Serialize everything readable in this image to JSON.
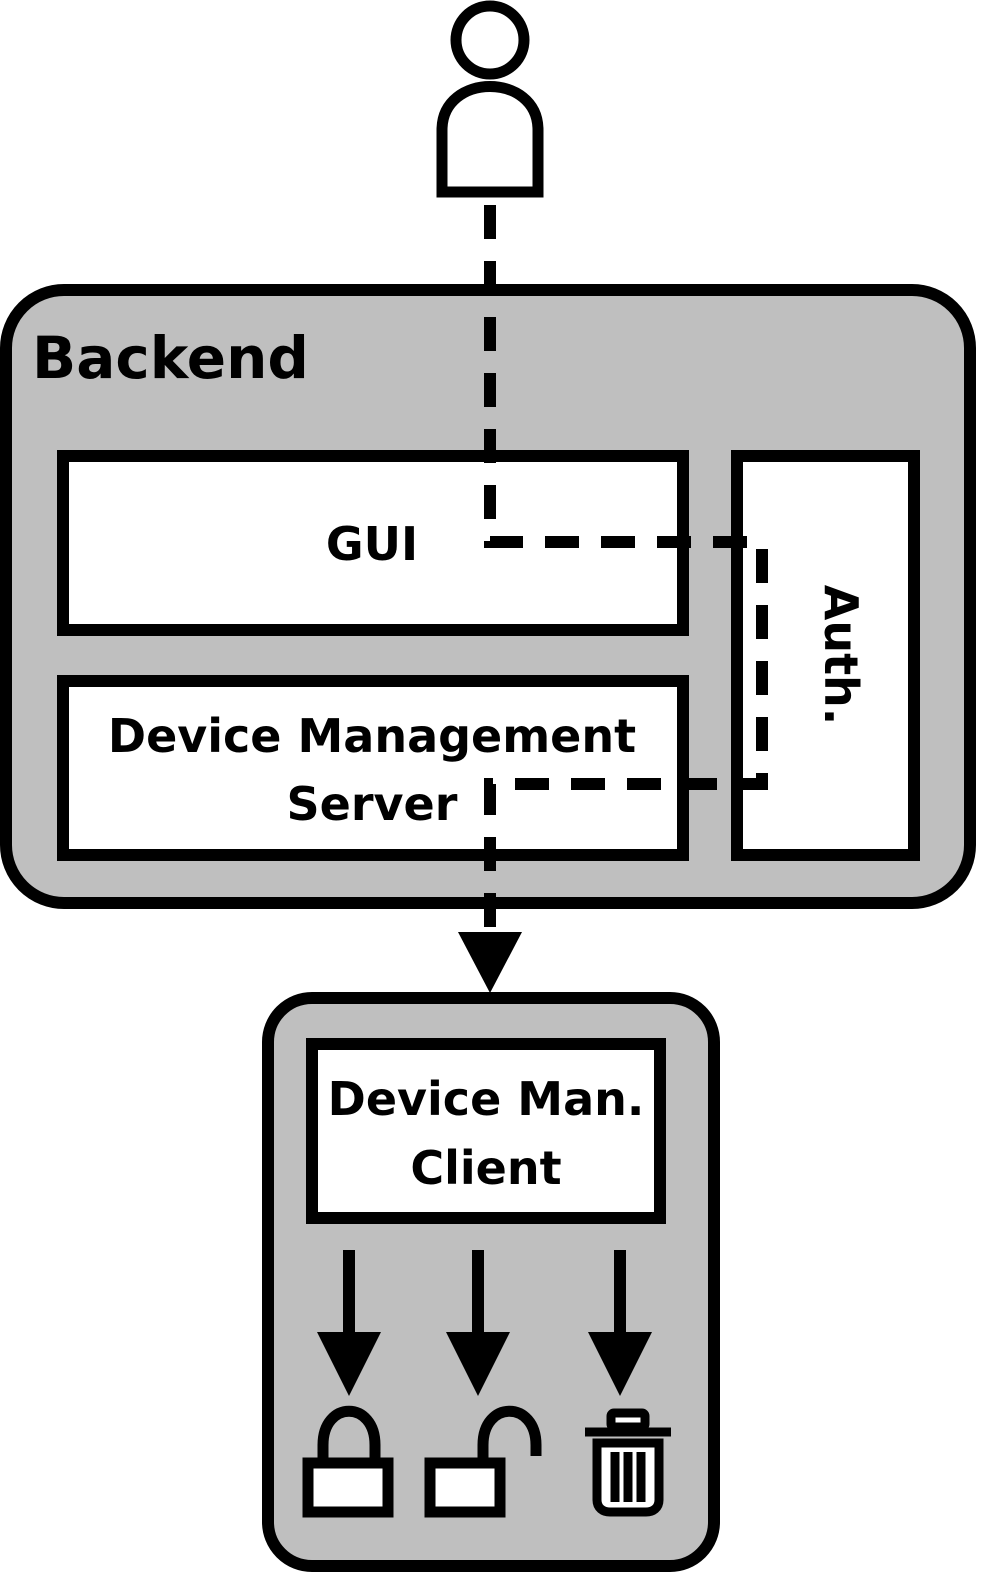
{
  "backend": {
    "title": "Backend",
    "gui_label": "GUI",
    "dms_label_line1": "Device Management",
    "dms_label_line2": "Server",
    "auth_label": "Auth."
  },
  "device": {
    "client_label_line1": "Device Man.",
    "client_label_line2": "Client",
    "actions": [
      "lock-icon",
      "unlock-icon",
      "trash-icon"
    ]
  },
  "user": {
    "icon": "user-icon"
  },
  "colors": {
    "container_fill": "#bfbfbf",
    "box_fill": "#ffffff",
    "stroke": "#000000"
  }
}
